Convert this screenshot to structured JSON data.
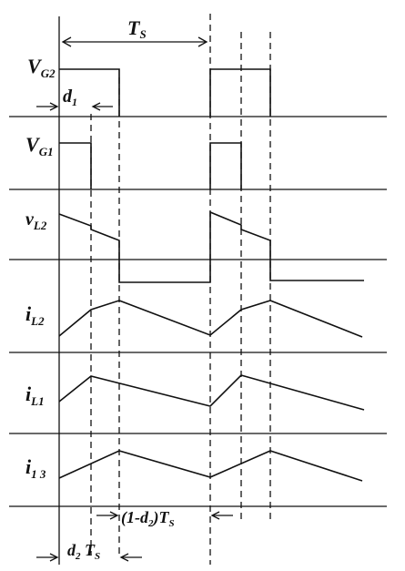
{
  "labels": {
    "ts": "T",
    "ts_sub": "S",
    "d1": "d",
    "d1_sub": "1",
    "vg2": "V",
    "vg2_sub": "G2",
    "vg1": "V",
    "vg1_sub": "G1",
    "vl2": "v",
    "vl2_sub": "L2",
    "il2": "i",
    "il2_sub": "L2",
    "il1": "i",
    "il1_sub": "L1",
    "i13": "i",
    "i13_sub": "1 3",
    "ld2_main": "(1-d",
    "ld2_sub": "2",
    "ld2_close": ")T",
    "ld2_s": "S",
    "d2ts_main": "d",
    "d2ts_sub": "2",
    "d2ts_t": " T",
    "d2ts_s": "S"
  }
}
